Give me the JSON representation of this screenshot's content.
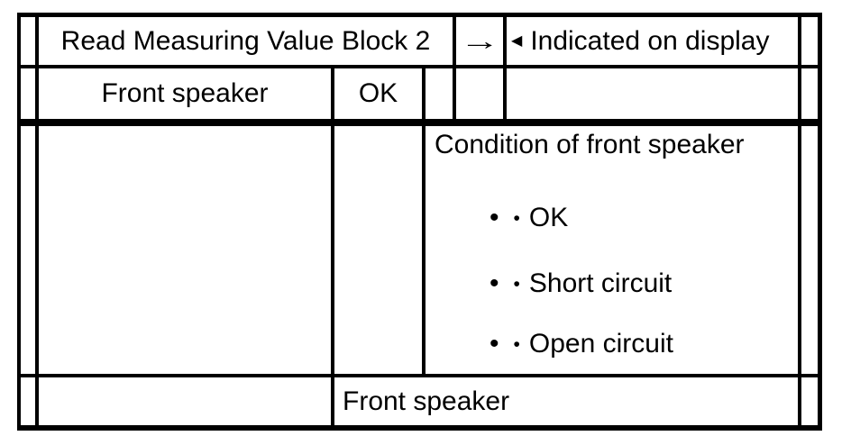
{
  "colors": {
    "ink": "#000000",
    "paper": "#ffffff"
  },
  "header": {
    "function_label": "Read Measuring Value Block 2",
    "arrow": "→",
    "display_marker": "◀",
    "display_label": "Indicated on display"
  },
  "readout": {
    "channel_label": "Front speaker",
    "value": "OK"
  },
  "evaluation": {
    "title": "Condition of front speaker",
    "bullet_primary": "•",
    "bullet_secondary": "•",
    "items": [
      "OK",
      "Short circuit",
      "Open circuit"
    ]
  },
  "footer": {
    "label": "Front speaker"
  }
}
